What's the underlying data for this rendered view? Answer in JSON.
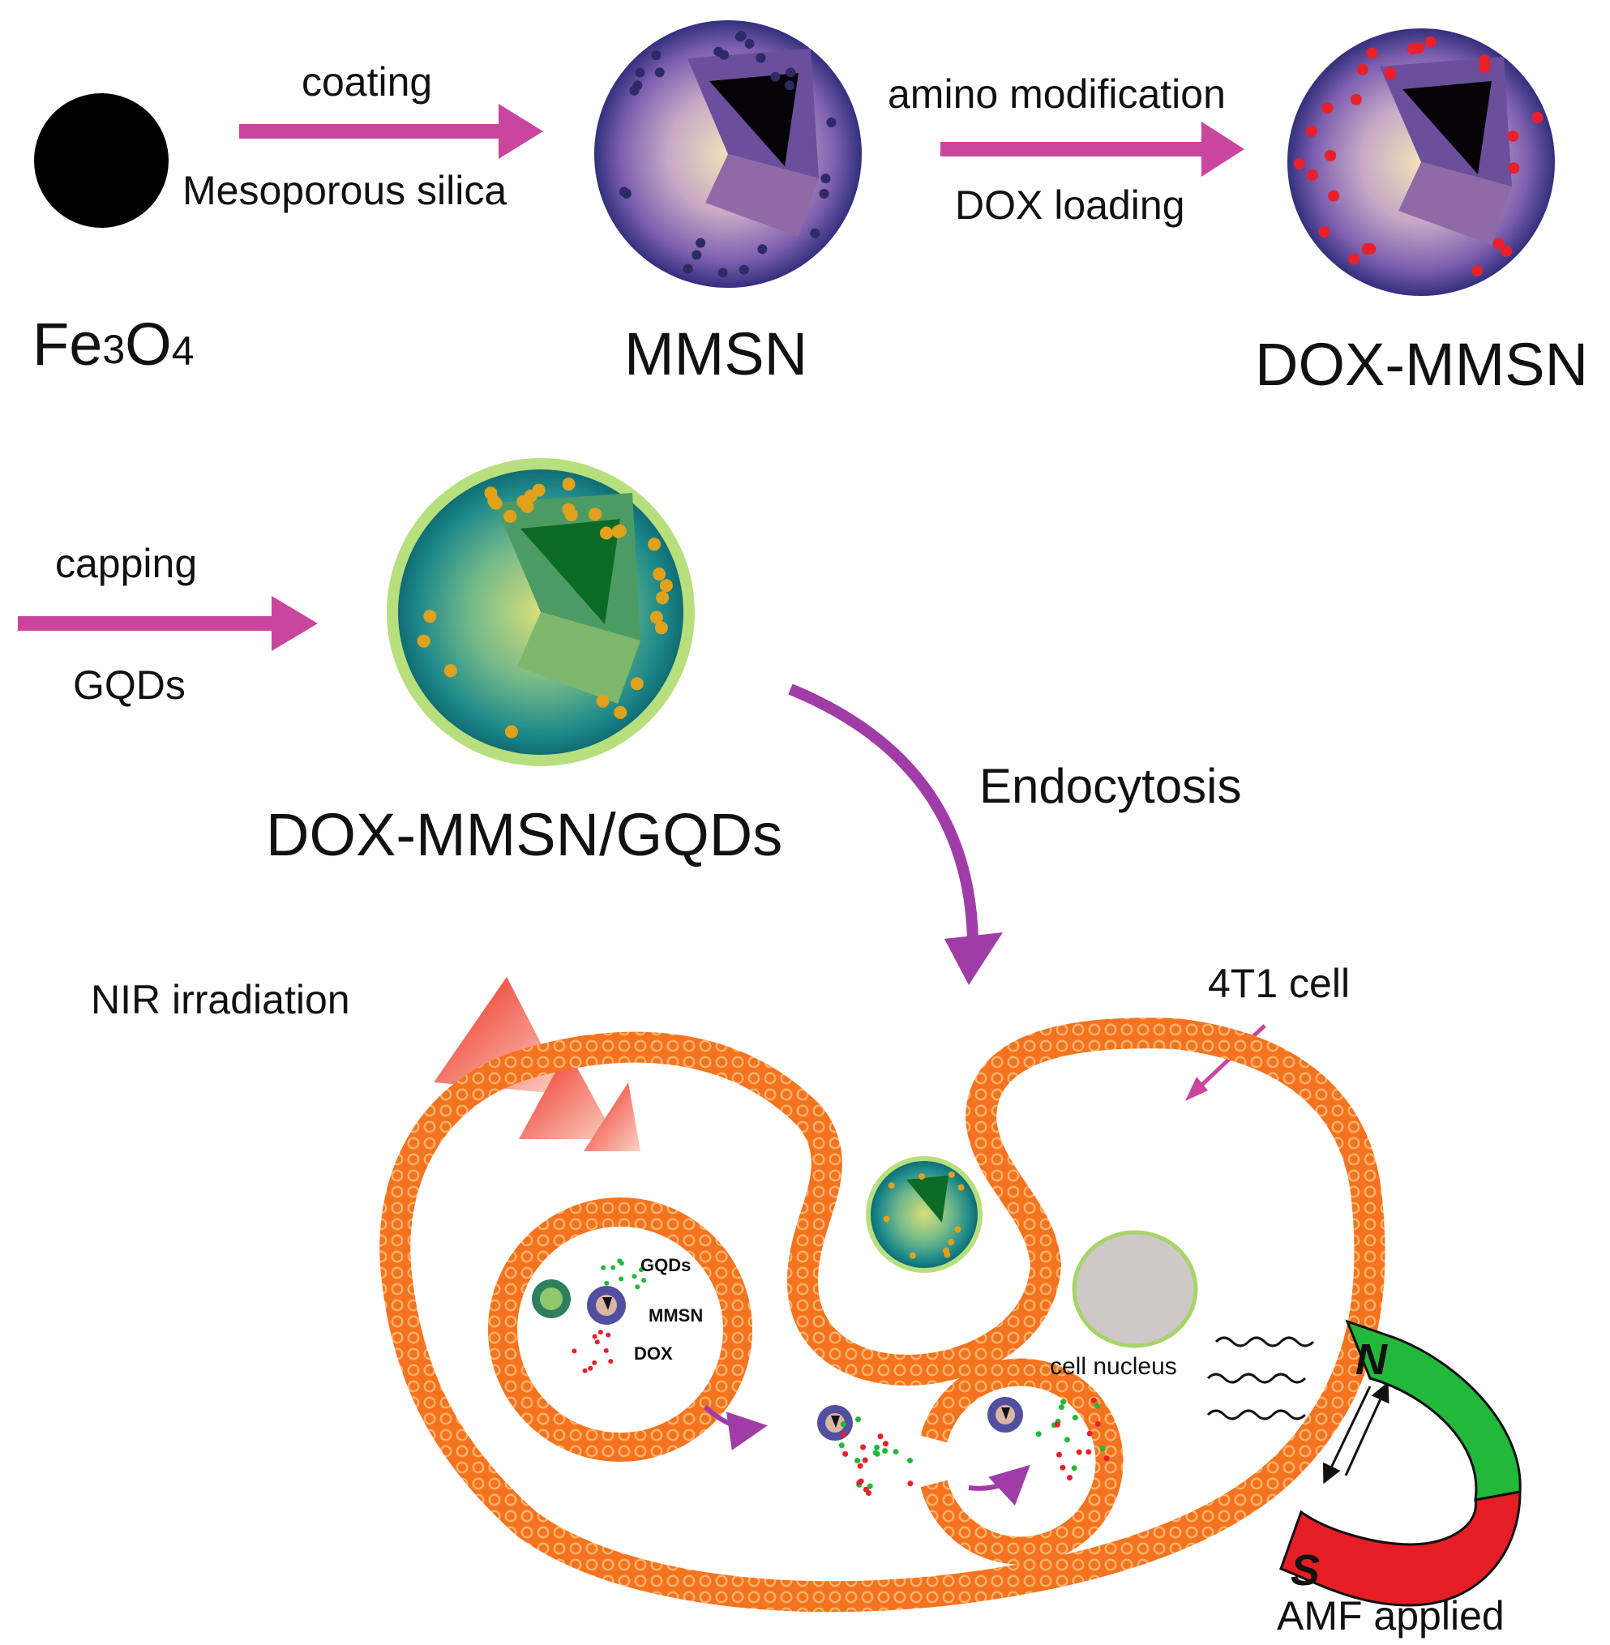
{
  "labels": {
    "fe_main": "Fe",
    "fe_sub3": "3",
    "fe_o": "O",
    "fe_sub4": "4",
    "coating": "coating",
    "mesoporous_silica": "Mesoporous silica",
    "mmsn": "MMSN",
    "amino_modification": "amino modification",
    "dox_loading": "DOX loading",
    "dox_mmsn": "DOX-MMSN",
    "capping": "capping",
    "gqds": "GQDs",
    "dox_mmsn_gqds": "DOX-MMSN/GQDs",
    "endocytosis": "Endocytosis",
    "nir_irradiation": "NIR  irradiation",
    "cell_4t1": "4T1 cell",
    "legend_gqds": "GQDs",
    "legend_mmsn": "MMSN",
    "legend_dox": "DOX",
    "cell_nucleus": "cell nucleus",
    "magnet_n": "N",
    "magnet_s": "S",
    "amf_applied": "AMF applied"
  },
  "colors": {
    "arrow_magenta": "#c9459e",
    "endocytosis_arrow": "#a03ca8",
    "membrane_orange": "#f26a22",
    "mmsn_purple": "#5c4a9e",
    "gqd_green": "#2f8a5a",
    "dox_red": "#e8202a",
    "magnet_green": "#22b83a",
    "magnet_red": "#e41e24",
    "nucleus_fill": "#cfc8c8",
    "nucleus_ring": "#a6d46a",
    "nir_red": "#ee3a2a"
  }
}
